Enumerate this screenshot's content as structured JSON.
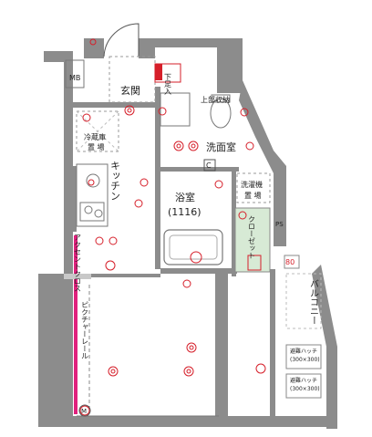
{
  "floorplan": {
    "labels": {
      "mb": "MB",
      "entrance": "玄関",
      "shoe_storage": "下足入",
      "upper_storage": "上部収納",
      "washroom": "洗面室",
      "fridge_1": "冷蔵庫",
      "fridge_2": "置 場",
      "kitchen": "キッチン",
      "bath": "浴室",
      "bath_size": "(1116)",
      "washer_1": "洗濯機",
      "washer_2": "置 場",
      "closet": "クローゼット",
      "ps": "PS",
      "accent_cloth": "アクセントクロス",
      "picture_rail": "ピクチャーレール",
      "balcony": "バルコニー",
      "hatch_1a": "避難ハッチ",
      "hatch_1b": "(300×300)",
      "hatch_2a": "避難ハッチ",
      "hatch_2b": "(300×300)",
      "number_80": "80",
      "c": "C",
      "m": "M"
    },
    "colors": {
      "wall": "#8c8c8c",
      "wall_light": "#c8c8c8",
      "accent": "#e0217d",
      "closet_fill": "#d7ead5",
      "marker": "#d61f2a"
    }
  }
}
